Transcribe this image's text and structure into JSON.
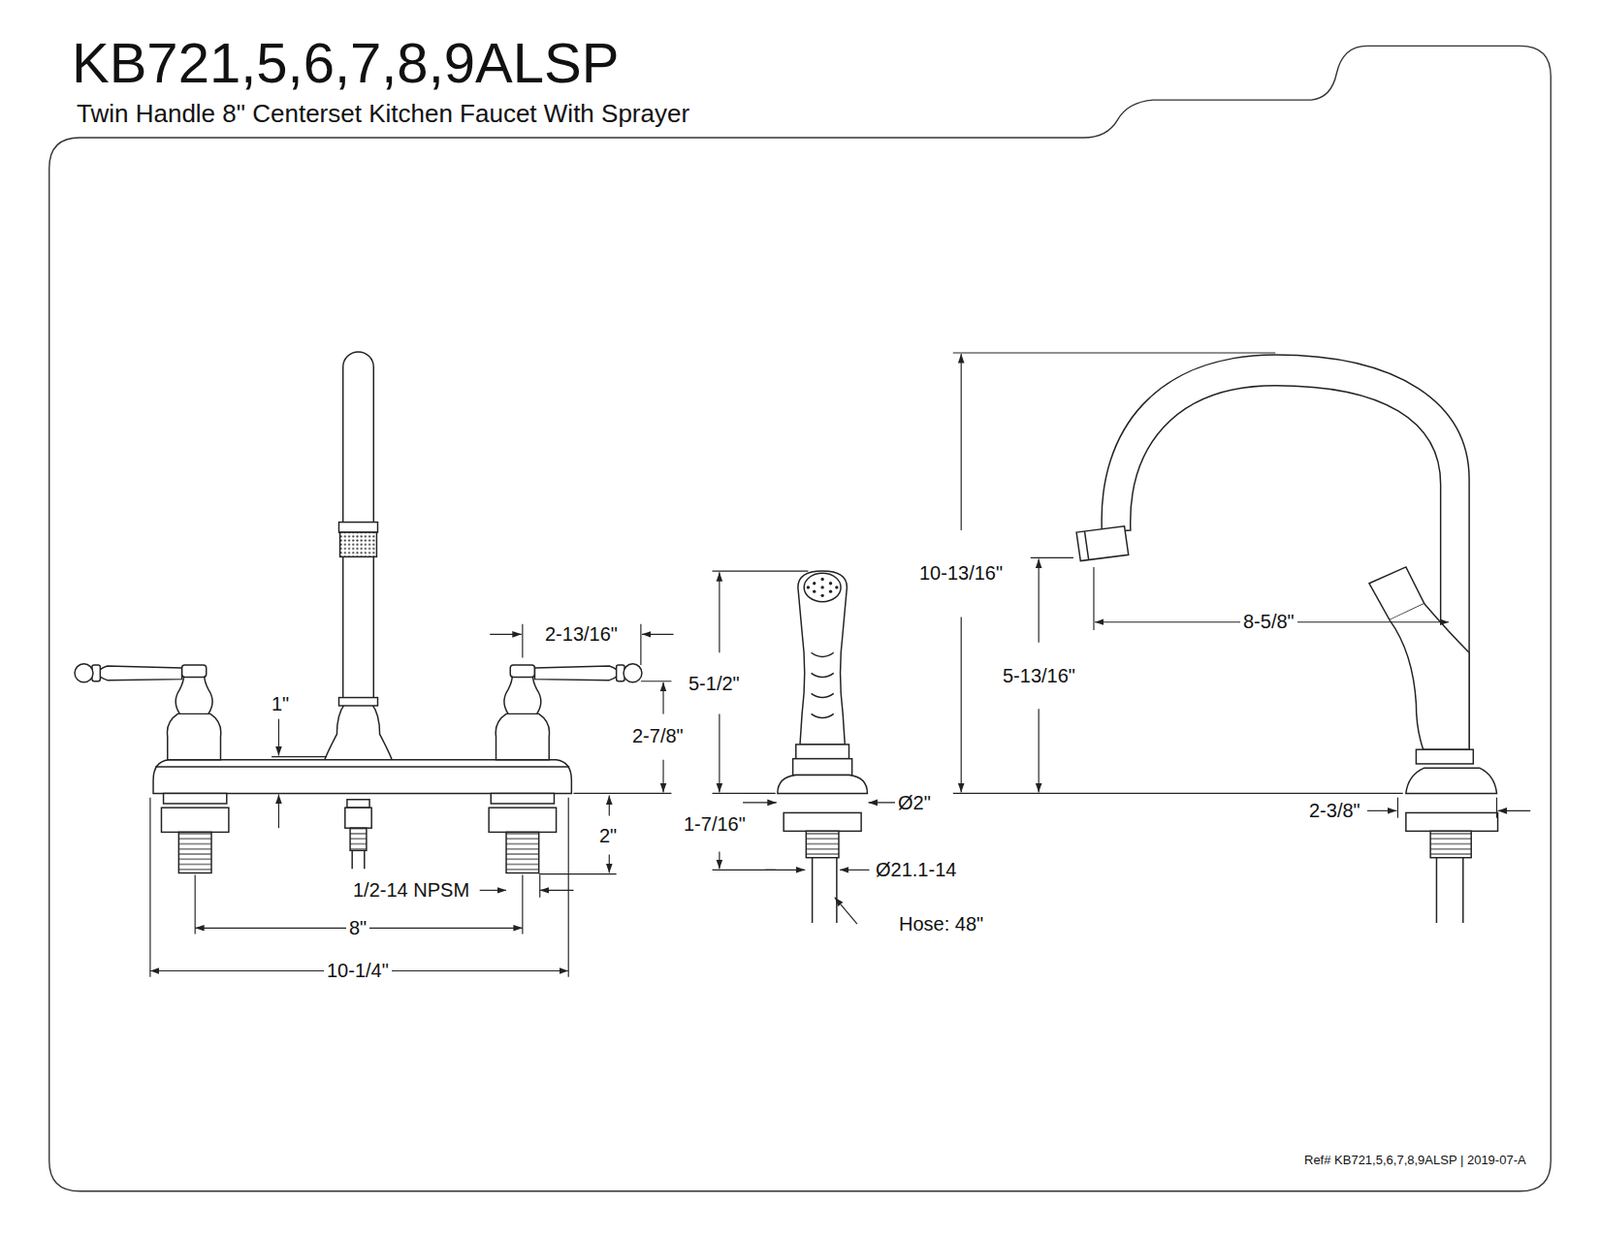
{
  "diagram": {
    "title": "KB721,5,6,7,8,9ALSP",
    "labels": [
      "Twin Handle 8\" Centerset Kitchen Faucet With Sprayer",
      "2-13/16\"",
      "1\"",
      "2-7/8\"",
      "2\"",
      "1/2-14 NPSM",
      "8\"",
      "10-1/4\"",
      "5-1/2\"",
      "Ø2\"",
      "1-7/16\"",
      "Ø21.1-14",
      "Hose: 48\"",
      "10-13/16\"",
      "5-13/16\"",
      "8-5/8\"",
      "2-3/8\"",
      "Ref# KB721,5,6,7,8,9ALSP | 2019-07-A"
    ]
  }
}
